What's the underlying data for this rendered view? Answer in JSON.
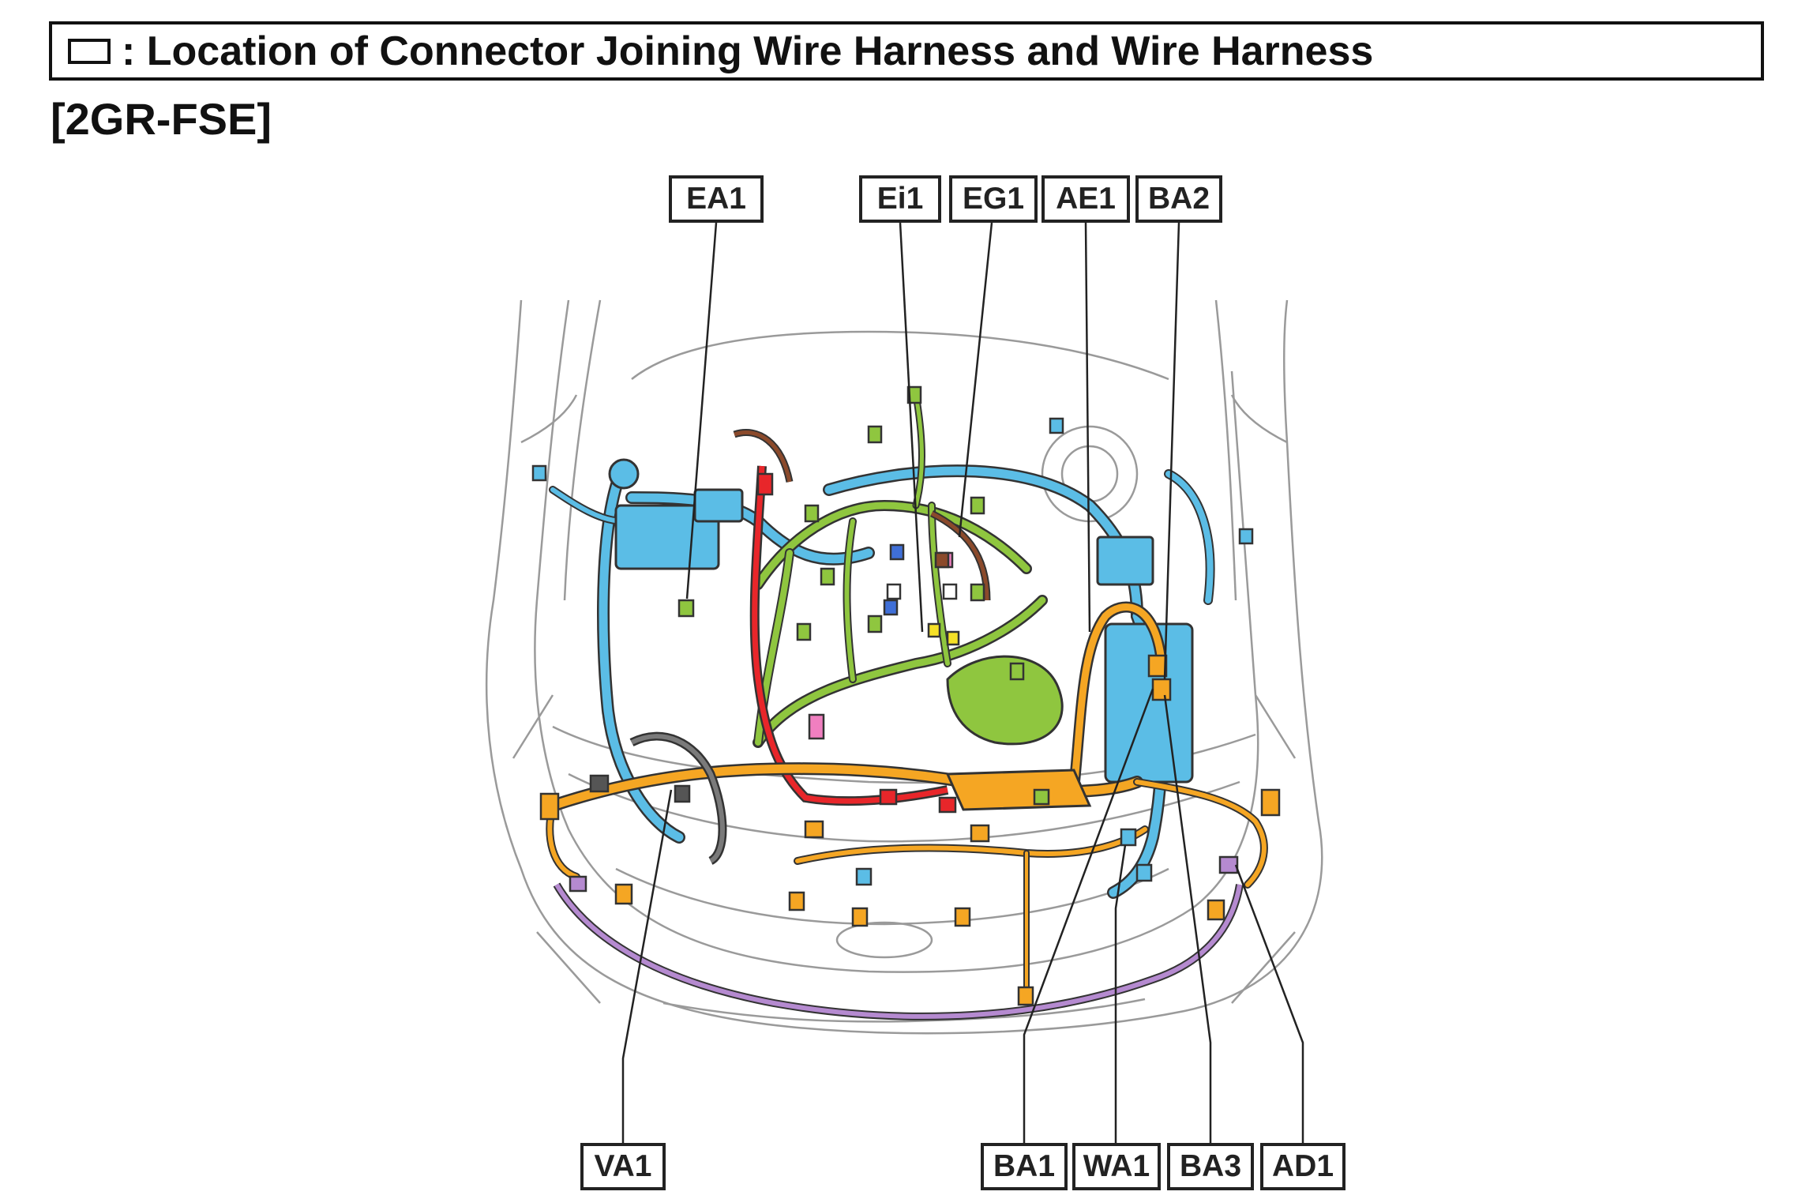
{
  "title": {
    "legend_symbol": "rectangle",
    "text": ": Location of Connector Joining Wire Harness and Wire Harness"
  },
  "engine": "[2GR-FSE]",
  "connectors_top": [
    "EA1",
    "Ei1",
    "EG1",
    "AE1",
    "BA2"
  ],
  "connectors_bottom": [
    "VA1",
    "BA1",
    "WA1",
    "BA3",
    "AD1"
  ],
  "colors": {
    "harness_blue": "#5bbde6",
    "harness_green": "#8fc63f",
    "harness_orange": "#f5a623",
    "harness_red": "#e8262a",
    "harness_brown": "#8b4a2b",
    "harness_purple": "#b58ad0",
    "harness_pink": "#f07fc0",
    "outline": "#222222"
  }
}
